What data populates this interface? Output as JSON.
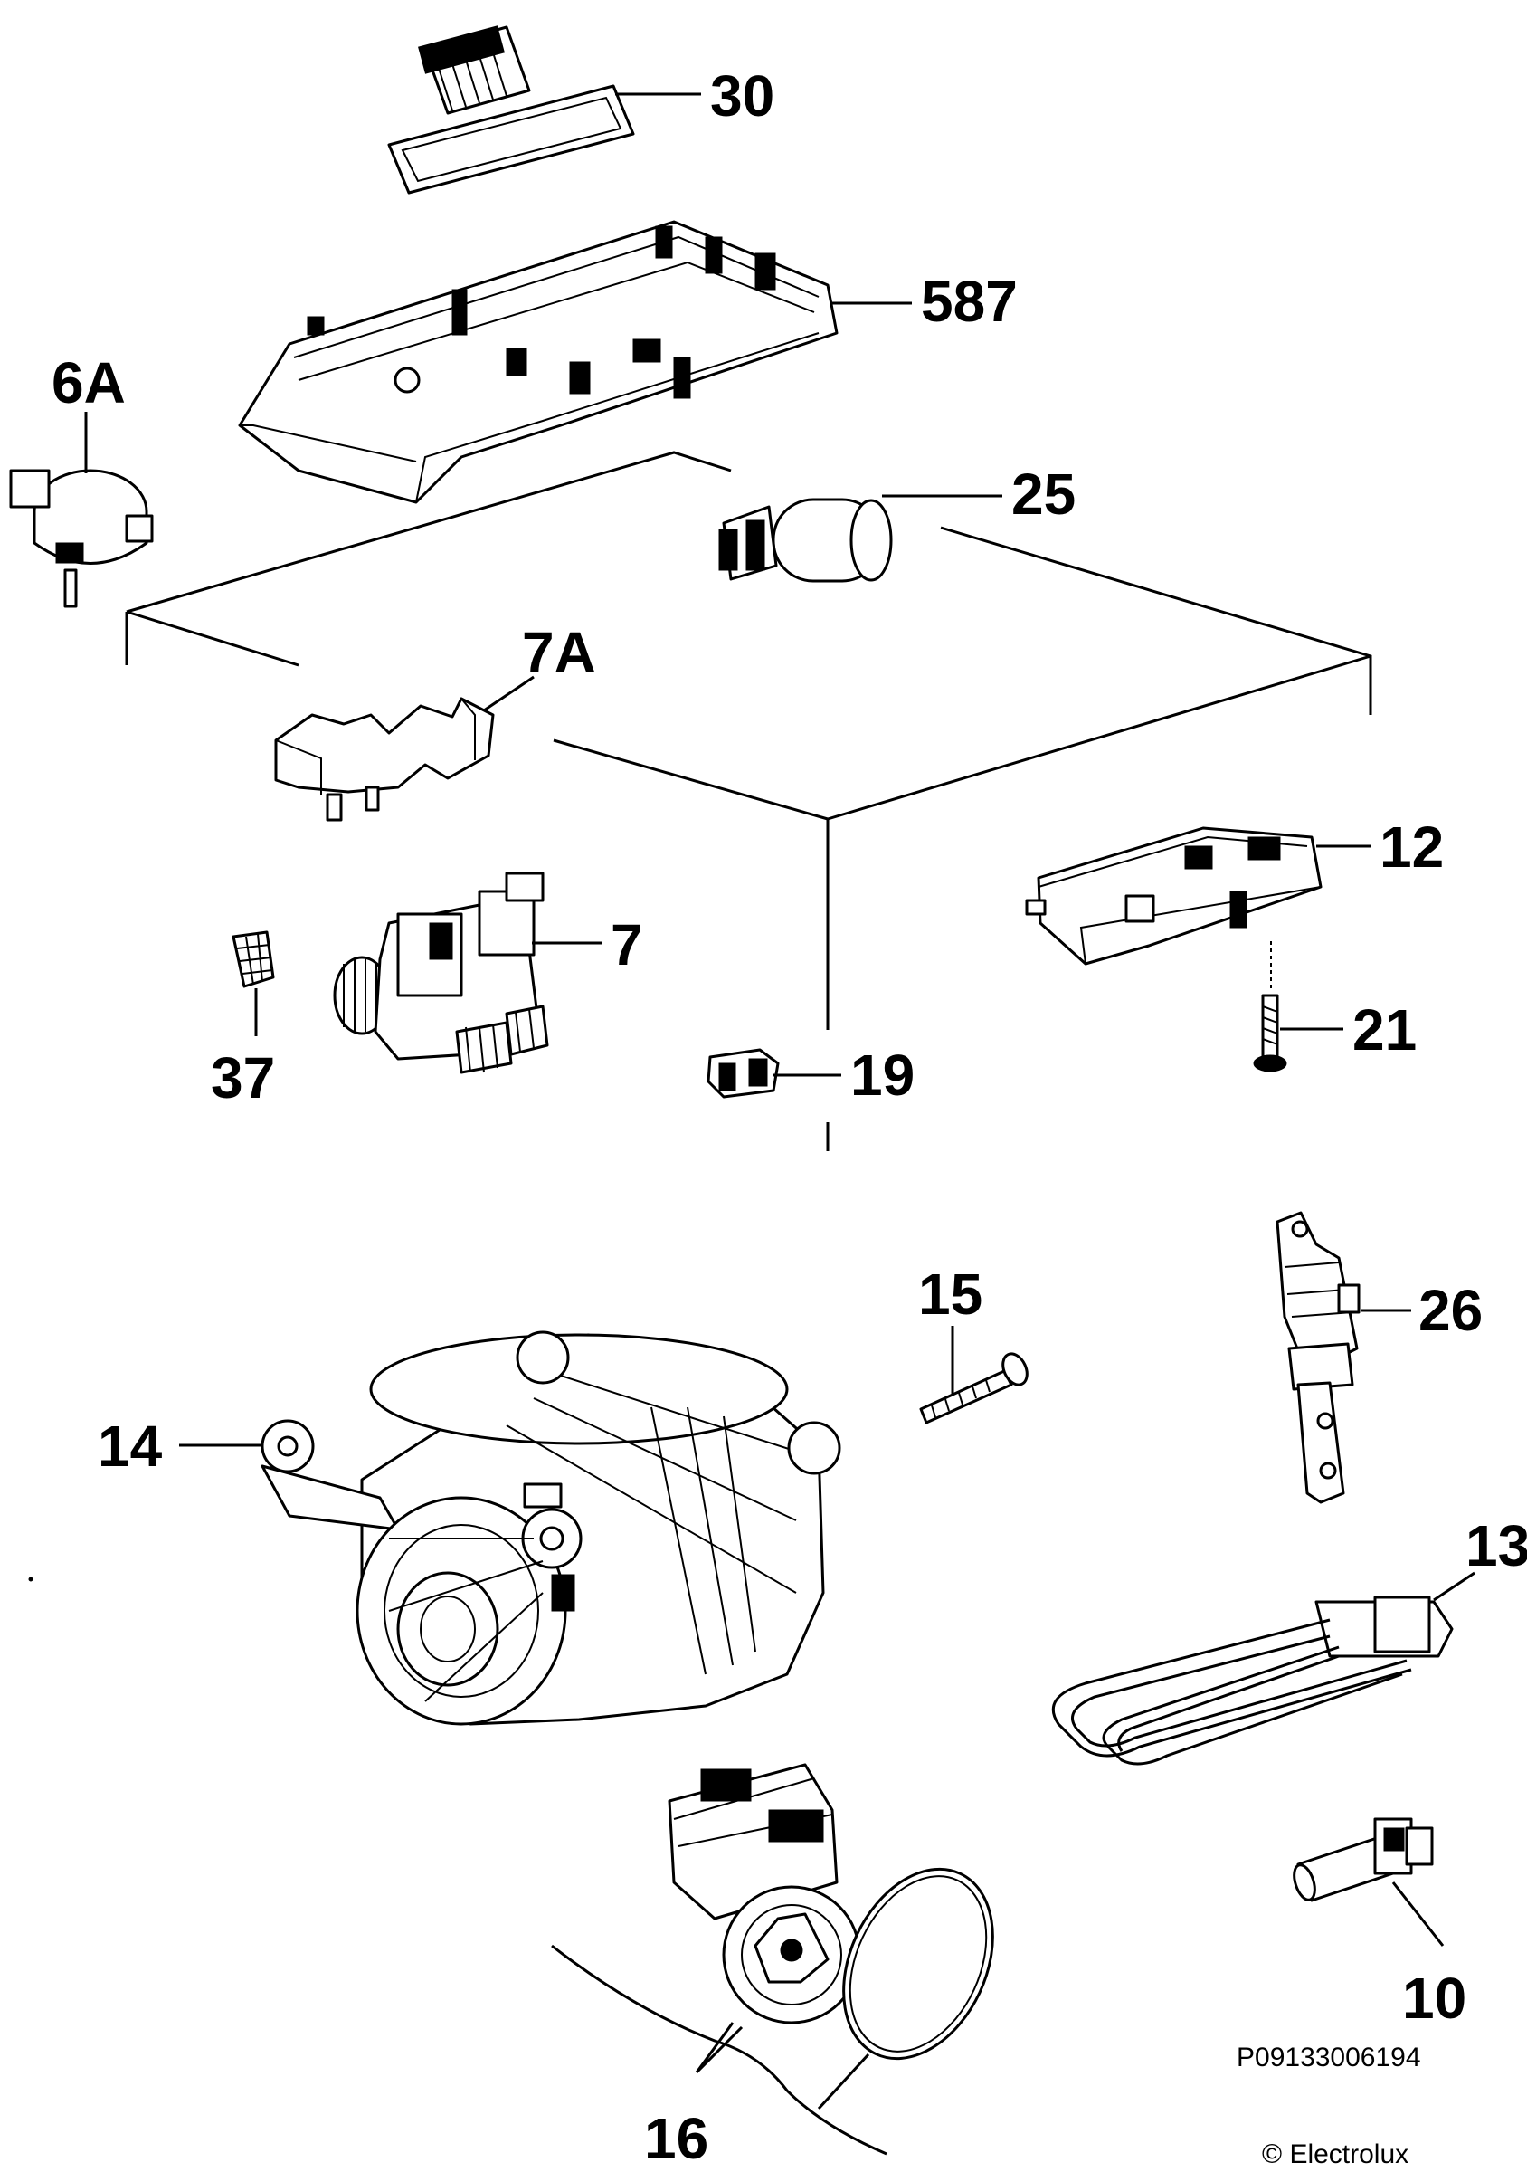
{
  "diagram": {
    "callouts": [
      {
        "id": "p30",
        "label": "30"
      },
      {
        "id": "p587",
        "label": "587"
      },
      {
        "id": "p6A",
        "label": "6A"
      },
      {
        "id": "p25",
        "label": "25"
      },
      {
        "id": "p7A",
        "label": "7A"
      },
      {
        "id": "p12",
        "label": "12"
      },
      {
        "id": "p7",
        "label": "7"
      },
      {
        "id": "p21",
        "label": "21"
      },
      {
        "id": "p37",
        "label": "37"
      },
      {
        "id": "p19",
        "label": "19"
      },
      {
        "id": "p15",
        "label": "15"
      },
      {
        "id": "p26",
        "label": "26"
      },
      {
        "id": "p14",
        "label": "14"
      },
      {
        "id": "p13",
        "label": "13"
      },
      {
        "id": "p10",
        "label": "10"
      },
      {
        "id": "p16",
        "label": "16"
      }
    ],
    "drawing_code": "P09133006194",
    "copyright": "© Electrolux"
  }
}
